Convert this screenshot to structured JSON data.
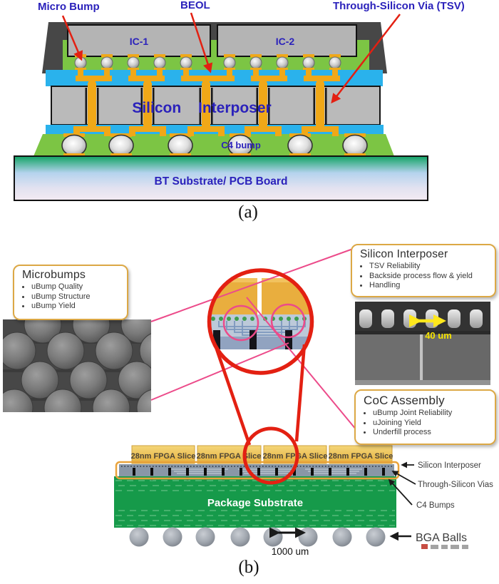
{
  "panel_a": {
    "label_micro_bump": "Micro Bump",
    "label_beol": "BEOL",
    "label_tsv": "Through-Silicon Via (TSV)",
    "ic1": "IC-1",
    "ic2": "IC-2",
    "interposer": "Silicon Interposer",
    "c4_bump": "C4 bump",
    "substrate": "BT Substrate/ PCB Board",
    "caption": "(a)"
  },
  "panel_b": {
    "boxes": {
      "microbumps": {
        "title": "Microbumps",
        "items": [
          "uBump Quality",
          "uBump Structure",
          "uBump Yield"
        ]
      },
      "silicon_interposer": {
        "title": "Silicon Interposer",
        "items": [
          "TSV Reliability",
          "Backside process flow & yield",
          "Handling"
        ]
      },
      "coc_assembly": {
        "title": "CoC Assembly",
        "items": [
          "uBump Joint Reliability",
          "uJoining Yield",
          "Underfill process"
        ]
      }
    },
    "sem_dimension": "40 um",
    "fpga_slices": [
      "28nm FPGA Slice",
      "28nm FPGA Slice",
      "28nm FPGA Slice",
      "28nm FPGA Slice"
    ],
    "package_substrate": "Package Substrate",
    "pointer_labels": {
      "silicon_interposer": "Silicon Interposer",
      "tsv": "Through-Silicon Vias",
      "c4": "C4 Bumps",
      "bga": "BGA Balls"
    },
    "bga_pitch": "1000 um",
    "caption": "(b)"
  },
  "colors": {
    "label_blue": "#2b22bb",
    "arrow_red": "#e32012",
    "pink_connector": "#ec4b8a",
    "callout_border": "#dca845",
    "gold": "#f0a818",
    "beol_blue": "#2ab2ec",
    "underfill_green": "#7cc544",
    "substrate_green": "#169a4a",
    "fpga_amber": "#edc156",
    "sem_dim_yellow": "#f6e400"
  }
}
